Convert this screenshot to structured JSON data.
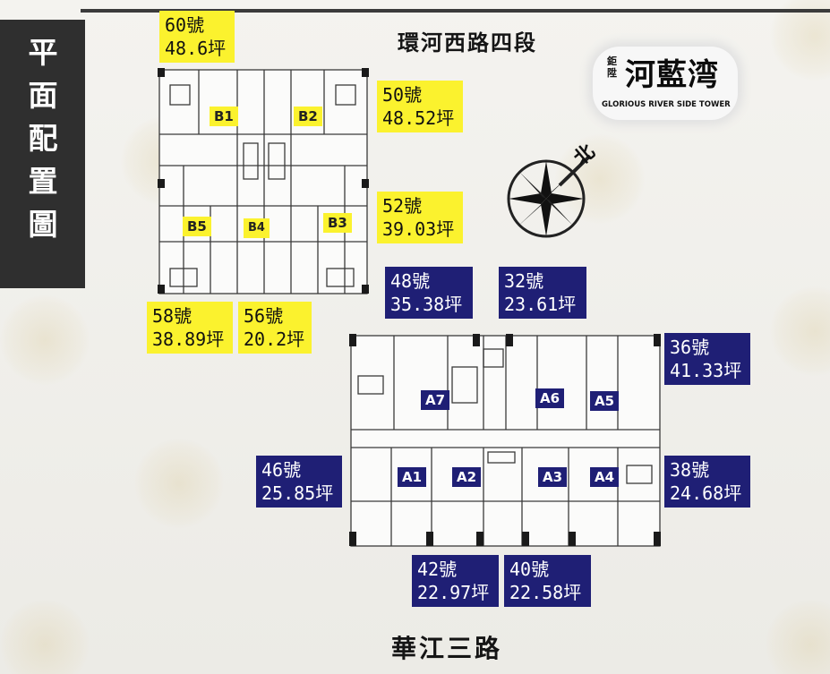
{
  "page_title": [
    "平",
    "面",
    "配",
    "置",
    "圖"
  ],
  "roads": {
    "top": "環河西路四段",
    "bottom": "華江三路"
  },
  "logo": {
    "main": "河藍湾",
    "sub": "鉅陞",
    "en": "GLORIOUS RIVER SIDE TOWER"
  },
  "compass": {
    "north_label": "北"
  },
  "building_b_units": [
    "B1",
    "B2",
    "B3",
    "B4",
    "B5"
  ],
  "building_a_units": [
    "A1",
    "A2",
    "A3",
    "A4",
    "A5",
    "A6",
    "A7"
  ],
  "yellow_labels": [
    {
      "id": "60",
      "number": "60號",
      "area": "48.6坪"
    },
    {
      "id": "50",
      "number": "50號",
      "area": "48.52坪"
    },
    {
      "id": "52",
      "number": "52號",
      "area": "39.03坪"
    },
    {
      "id": "58",
      "number": "58號",
      "area": "38.89坪"
    },
    {
      "id": "56",
      "number": "56號",
      "area": "20.2坪"
    }
  ],
  "blue_labels": [
    {
      "id": "48",
      "number": "48號",
      "area": "35.38坪"
    },
    {
      "id": "32",
      "number": "32號",
      "area": "23.61坪"
    },
    {
      "id": "36",
      "number": "36號",
      "area": "41.33坪"
    },
    {
      "id": "46",
      "number": "46號",
      "area": "25.85坪"
    },
    {
      "id": "38",
      "number": "38號",
      "area": "24.68坪"
    },
    {
      "id": "42",
      "number": "42號",
      "area": "22.97坪"
    },
    {
      "id": "40",
      "number": "40號",
      "area": "22.58坪"
    }
  ],
  "colors": {
    "yellow": "#fbf22e",
    "navy": "#1f1f75",
    "band": "#2f2f2f"
  }
}
